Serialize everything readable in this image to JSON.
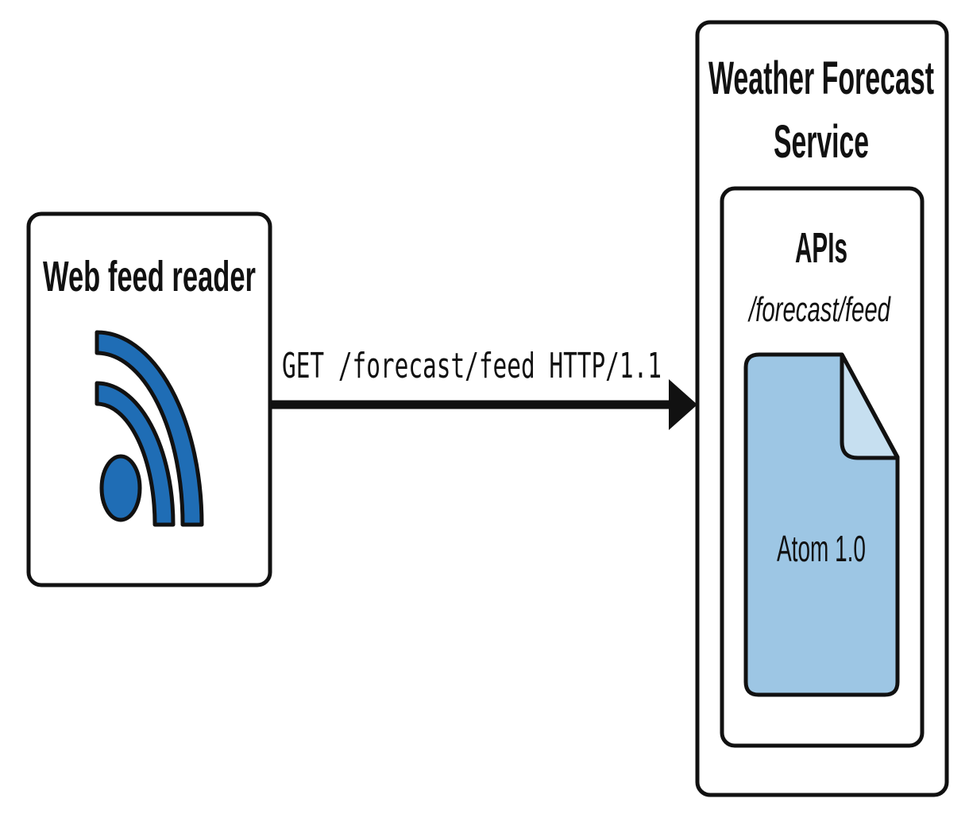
{
  "client": {
    "title": "Web feed reader",
    "icon": "rss-feed-icon"
  },
  "request": {
    "label": "GET /forecast/feed HTTP/1.1"
  },
  "service": {
    "title_line1": "Weather Forecast",
    "title_line2": "Service",
    "api": {
      "title": "APIs",
      "path": "/forecast/feed",
      "document": {
        "label": "Atom 1.0",
        "icon": "document-icon"
      }
    }
  },
  "colors": {
    "rss_blue": "#1f6db5",
    "doc_fill": "#9dc6e4",
    "doc_fold": "#c6dff0",
    "stroke": "#111111"
  }
}
